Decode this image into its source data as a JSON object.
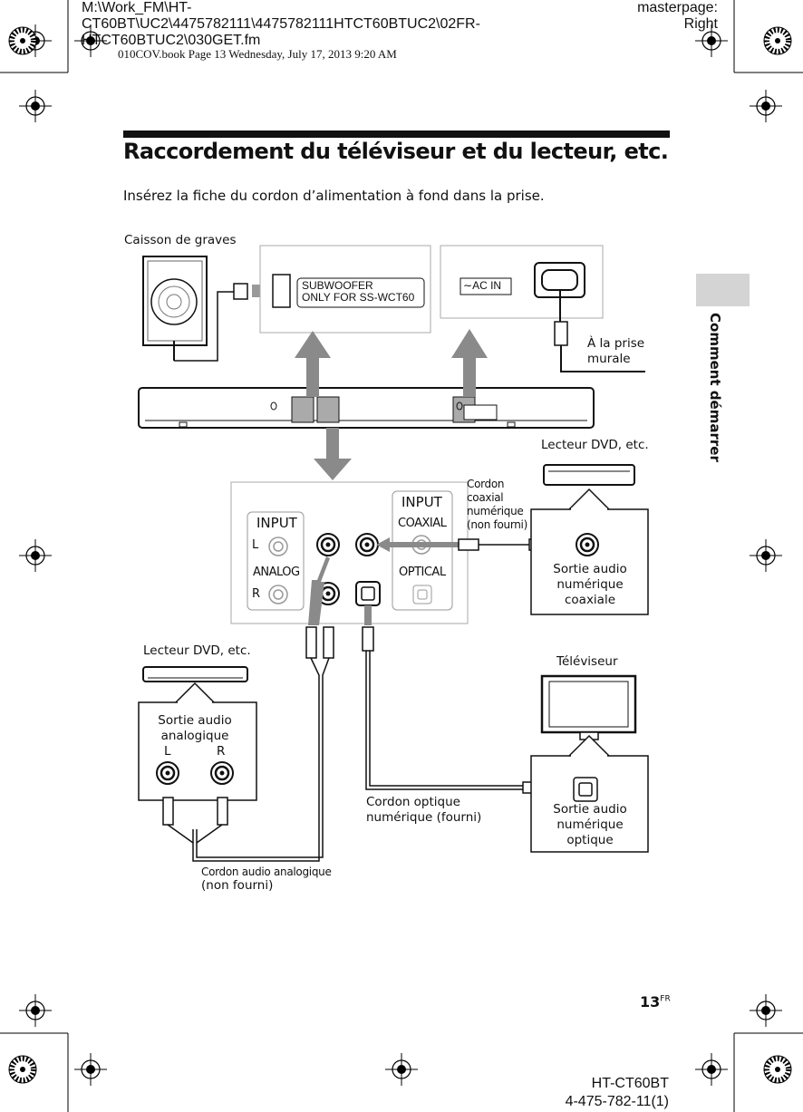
{
  "file_path": "M:\\Work_FM\\HT-CT60BT\\UC2\\4475782111\\4475782111HTCT60BTUC2\\02FR-HTCT60BTUC2\\030GET.fm",
  "masterpage": "masterpage: Right",
  "book_info": "010COV.book  Page 13  Wednesday, July 17, 2013  9:20 AM",
  "side_tab": "Comment démarrer",
  "heading": "Raccordement du téléviseur et du lecteur, etc.",
  "intro": "Insérez la fiche du cordon d’alimentation à fond dans la prise.",
  "diagram": {
    "subwoofer_label": "Caisson de graves",
    "subwoofer_jack_line1": "SUBWOOFER",
    "subwoofer_jack_line2": "ONLY FOR SS-WCT60",
    "ac_in": "AC IN",
    "wall_outlet": "À la prise murale",
    "dvd_top": "Lecteur DVD, etc.",
    "coax_cable": "Cordon coaxial numérique (non fourni)",
    "input_left": "INPUT",
    "input_right": "INPUT",
    "analog": "ANALOG",
    "coaxial": "COAXIAL",
    "optical": "OPTICAL",
    "l": "L",
    "r": "R",
    "coax_out": "Sortie audio numérique coaxiale",
    "dvd_left": "Lecteur DVD, etc.",
    "analog_out": "Sortie audio analogique",
    "out_l": "L",
    "out_r": "R",
    "tv": "Téléviseur",
    "optical_cable": "Cordon optique numérique (fourni)",
    "optical_out": "Sortie audio numérique optique",
    "analog_cable_line1": "Cordon audio analogique",
    "analog_cable_line2": "(non fourni)"
  },
  "page_number": "13",
  "page_suffix": "FR",
  "model": "HT-CT60BT",
  "part_number": "4-475-782-11(1)"
}
